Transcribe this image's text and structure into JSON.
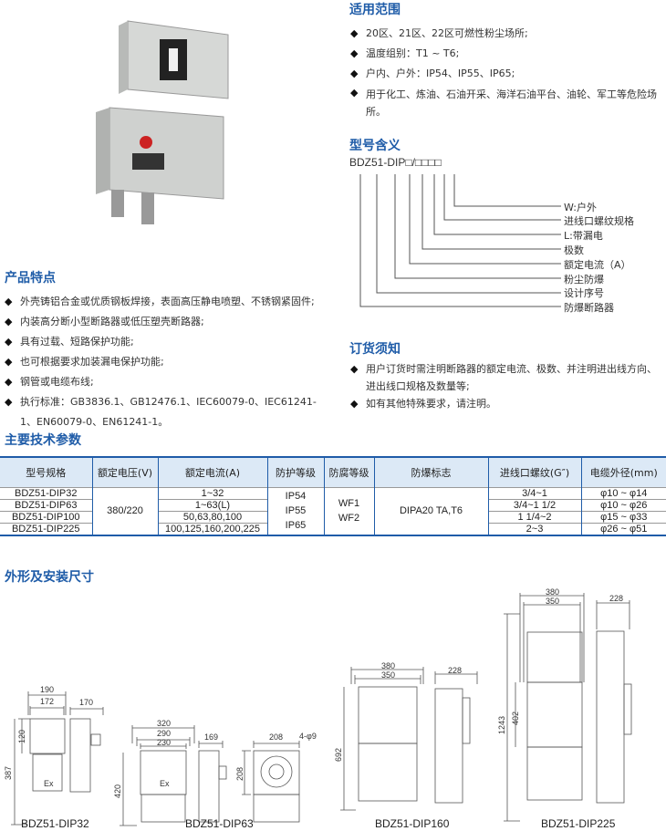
{
  "features": {
    "title": "产品特点",
    "items": [
      "外壳铸铝合金或优质钢板焊接，表面高压静电喷塑、不锈钢紧固件;",
      "内装高分断小型断路器或低压塑壳断路器;",
      "具有过载、短路保护功能;",
      "也可根据要求加装漏电保护功能;",
      "钢管或电缆布线;",
      "执行标准：GB3836.1、GB12476.1、IEC60079-0、IEC61241-1、EN60079-0、EN61241-1。"
    ]
  },
  "scope": {
    "title": "适用范围",
    "items": [
      "20区、21区、22区可燃性粉尘场所;",
      "温度组别：T1 ~ T6;",
      "户内、户外：IP54、IP55、IP65;",
      "用于化工、炼油、石油开采、海洋石油平台、油轮、军工等危险场所。"
    ]
  },
  "model": {
    "title": "型号含义",
    "code": "BDZ51-DIP□/□□□□",
    "labels": [
      "W:户外",
      "进线口螺纹规格",
      "L:带漏电",
      "极数",
      "额定电流（A）",
      "粉尘防爆",
      "设计序号",
      "防爆断路器"
    ]
  },
  "ordering": {
    "title": "订货须知",
    "items": [
      "用户订货时需注明断路器的额定电流、极数、并注明进出线方向、进出线口规格及数量等;",
      "如有其他特殊要求，请注明。"
    ]
  },
  "params": {
    "title": "主要技术参数",
    "headers": [
      "型号规格",
      "额定电压(V)",
      "额定电流(A)",
      "防护等级",
      "防腐等级",
      "防爆标志",
      "进线口螺纹(G″)",
      "电缆外径(mm)"
    ],
    "models": [
      "BDZ51-DIP32",
      "BDZ51-DIP63",
      "BDZ51-DIP100",
      "BDZ51-DIP225"
    ],
    "voltage": "380/220",
    "currents": [
      "1~32",
      "1~63(L)",
      "50,63,80,100",
      "100,125,160,200,225"
    ],
    "protection": [
      "IP54",
      "IP55",
      "IP65"
    ],
    "anticorrosion": [
      "WF1",
      "WF2"
    ],
    "ex_mark": "DIPA20 TA,T6",
    "threads": [
      "3/4~1",
      "3/4~1 1/2",
      "1 1/4~2",
      "2~3"
    ],
    "cable": [
      "φ10 ~ φ14",
      "φ10 ~ φ26",
      "φ15 ~ φ33",
      "φ26 ~ φ51"
    ]
  },
  "dimensions": {
    "title": "外形及安装尺寸",
    "dip32": {
      "caption": "BDZ51-DIP32",
      "w1": "190",
      "w2": "172",
      "h1": "120",
      "h2": "387",
      "side": "170",
      "ex": "Ex"
    },
    "dip63": {
      "caption": "BDZ51-DIP63",
      "w1": "320",
      "w2": "290",
      "w3": "230",
      "h": "420",
      "side": "169",
      "back": "208",
      "backh": "208",
      "holes": "4-φ9",
      "ex": "Ex"
    },
    "dip160": {
      "caption": "BDZ51-DIP160",
      "w1": "380",
      "w2": "350",
      "h": "692",
      "side": "228"
    },
    "dip225": {
      "caption": "BDZ51-DIP225",
      "w1": "380",
      "w2": "350",
      "h1": "1243",
      "h2": "402",
      "side": "228"
    }
  }
}
